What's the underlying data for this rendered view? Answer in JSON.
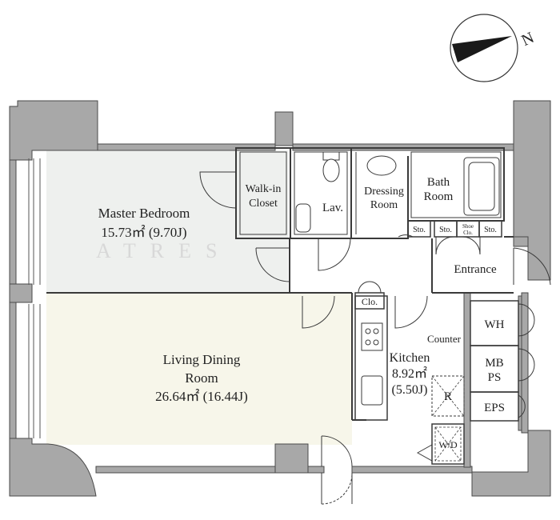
{
  "compass": {
    "label": "N",
    "icon": "north-arrow-icon"
  },
  "rooms": {
    "master_bedroom": {
      "name": "Master Bedroom",
      "area": "15.73㎡ (9.70J)"
    },
    "walkin_closet": {
      "line1": "Walk-in",
      "line2": "Closet"
    },
    "lavatory": {
      "name": "Lav."
    },
    "dressing_room": {
      "line1": "Dressing",
      "line2": "Room"
    },
    "bath_room": {
      "line1": "Bath",
      "line2": "Room"
    },
    "living_dining": {
      "line1": "Living Dining",
      "line2": "Room",
      "area": "26.64㎡ (16.44J)"
    },
    "kitchen": {
      "name": "Kitchen",
      "area1": "8.92㎡",
      "area2": "(5.50J)"
    },
    "entrance": {
      "name": "Entrance"
    },
    "counter": {
      "name": "Counter"
    },
    "clo": {
      "name": "Clo."
    },
    "sto1": {
      "name": "Sto."
    },
    "sto2": {
      "name": "Sto."
    },
    "sto3": {
      "name": "Sto."
    },
    "shoe_clo": {
      "line1": "Shoe",
      "line2": "Clo."
    },
    "wh": {
      "name": "WH"
    },
    "mbps": {
      "line1": "MB",
      "line2": "PS"
    },
    "eps": {
      "name": "EPS"
    },
    "refrigerator": {
      "name": "R"
    },
    "washer_dryer": {
      "name": "W/D"
    }
  },
  "colors": {
    "wall": "#a8a8a8",
    "wall_stroke": "#4a4a4a",
    "bedroom_fill": "#eef0ee",
    "living_fill": "#f7f6ea",
    "line": "#3a3a3a"
  }
}
